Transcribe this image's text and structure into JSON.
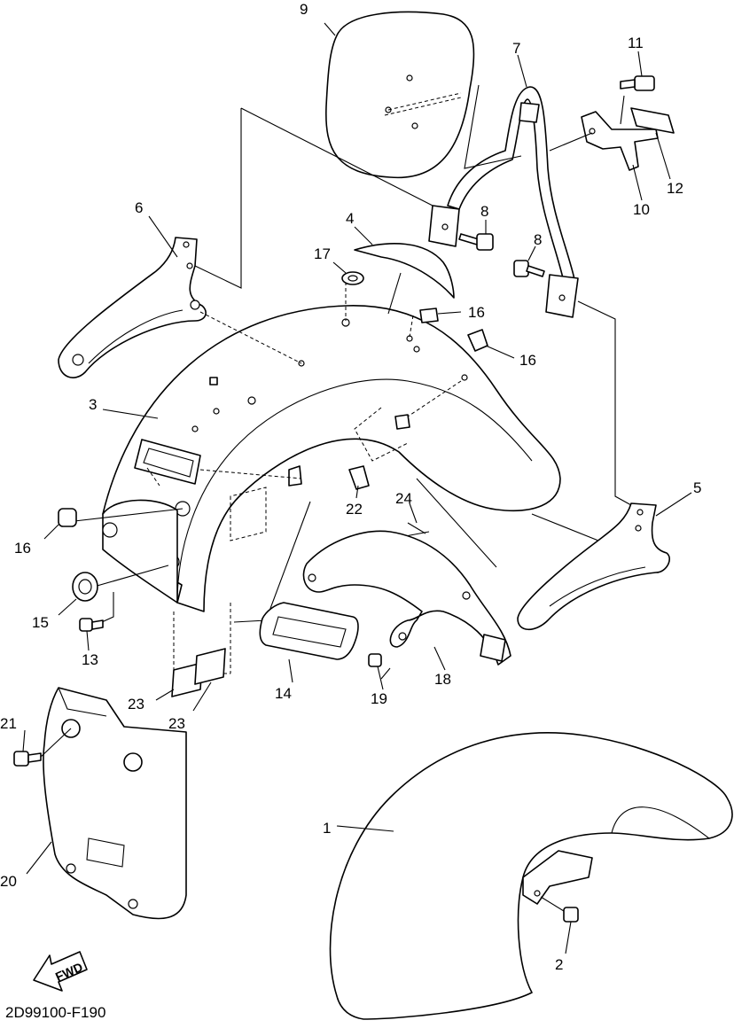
{
  "diagram_code": "2D99100-F190",
  "fwd_arrow_text": "FWD",
  "callouts": {
    "c1": "1",
    "c2": "2",
    "c3": "3",
    "c4": "4",
    "c5": "5",
    "c6": "6",
    "c7": "7",
    "c8a": "8",
    "c8b": "8",
    "c9": "9",
    "c10": "10",
    "c11": "11",
    "c12": "12",
    "c13": "13",
    "c14": "14",
    "c15": "15",
    "c16a": "16",
    "c16b": "16",
    "c16c": "16",
    "c17": "17",
    "c18": "18",
    "c19": "19",
    "c20": "20",
    "c21": "21",
    "c22": "22",
    "c23a": "23",
    "c23b": "23",
    "c24": "24"
  }
}
